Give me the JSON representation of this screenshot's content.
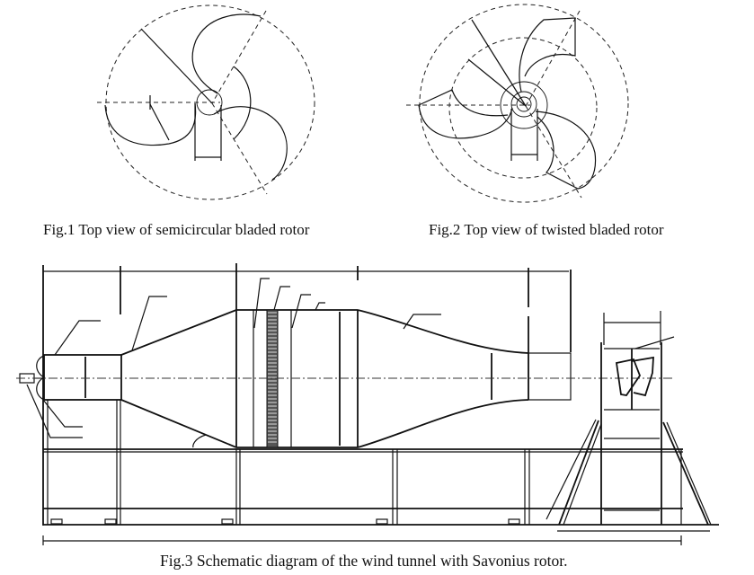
{
  "figures": [
    {
      "id": "fig1",
      "caption": "Fig.1 Top view of semicircular bladed rotor",
      "subject": "semicircular bladed rotor",
      "view": "top view"
    },
    {
      "id": "fig2",
      "caption": "Fig.2 Top view of twisted bladed rotor",
      "subject": "twisted bladed rotor",
      "view": "top view"
    },
    {
      "id": "fig3",
      "caption": "Fig.3  Schematic diagram of the wind tunnel with Savonius rotor.",
      "subject": "wind tunnel with Savonius rotor",
      "view": "side schematic"
    }
  ],
  "colors": {
    "line": "#111111",
    "background": "#ffffff"
  }
}
